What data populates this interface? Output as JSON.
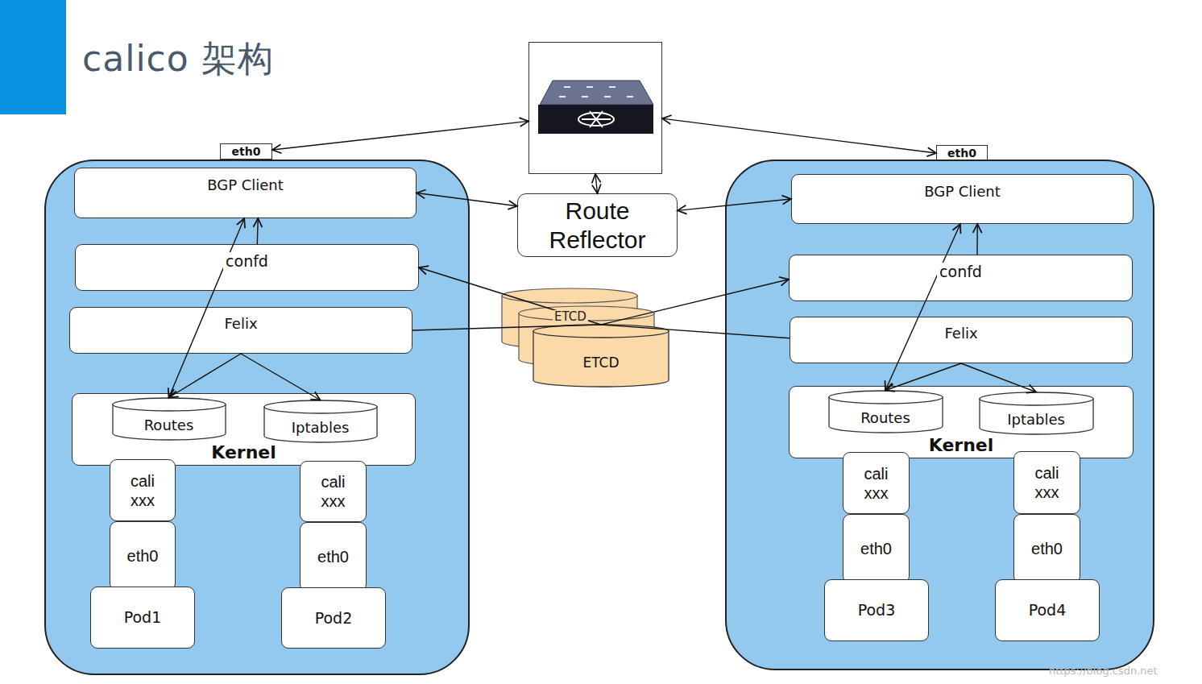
{
  "diagram": {
    "title": "calico 架构",
    "nodes": [
      {
        "text": []
      },
      {
        "text": [
          "eth0"
        ]
      },
      {
        "text": []
      },
      {
        "text": [
          "BGP Client"
        ],
        "in": 2
      },
      {
        "text": [
          "confd"
        ],
        "in": 2
      },
      {
        "text": [
          "Felix"
        ],
        "in": 2
      },
      {
        "text": [
          "Kernel"
        ],
        "in": 2
      },
      {
        "text": [
          "Routes"
        ],
        "in": 6
      },
      {
        "text": [
          "Iptables"
        ],
        "in": 6
      },
      {
        "text": [
          "cali xxx"
        ],
        "in": 2
      },
      {
        "text": [
          "eth0"
        ],
        "in": 2
      },
      {
        "text": [
          "Pod1"
        ],
        "in": 2
      },
      {
        "text": [
          "cali xxx"
        ],
        "in": 2
      },
      {
        "text": [
          "eth0"
        ],
        "in": 2
      },
      {
        "text": [
          "Pod2"
        ],
        "in": 2
      },
      {
        "text": [
          "Route Reflector"
        ]
      },
      {
        "text": [
          "ETCD"
        ]
      },
      {
        "text": [
          "eth0"
        ]
      },
      {
        "text": []
      },
      {
        "text": [
          "BGP Client"
        ],
        "in": 18
      },
      {
        "text": [
          "confd"
        ],
        "in": 18
      },
      {
        "text": [
          "Felix"
        ],
        "in": 18
      },
      {
        "text": [
          "Kernel"
        ],
        "in": 18
      },
      {
        "text": [
          "Routes"
        ],
        "in": 22
      },
      {
        "text": [
          "Iptables"
        ],
        "in": 22
      },
      {
        "text": [
          "cali xxx"
        ],
        "in": 18
      },
      {
        "text": [
          "eth0"
        ],
        "in": 18
      },
      {
        "text": [
          "Pod3"
        ],
        "in": 18
      },
      {
        "text": [
          "cali xxx"
        ],
        "in": 18
      },
      {
        "text": [
          "eth0"
        ],
        "in": 18
      },
      {
        "text": [
          "Pod4"
        ],
        "in": 18
      }
    ],
    "edges": [
      {
        "from": 0,
        "to": 1,
        "arrow": "both"
      },
      {
        "from": 0,
        "to": 17,
        "arrow": "both"
      },
      {
        "from": 0,
        "to": 15,
        "arrow": "both"
      },
      {
        "from": 15,
        "to": 3,
        "arrow": "both"
      },
      {
        "from": 15,
        "to": 19,
        "arrow": "both"
      },
      {
        "from": 4,
        "to": 3,
        "arrow": "to"
      },
      {
        "from": 3,
        "to": 7,
        "arrow": "both"
      },
      {
        "from": 5,
        "to": 7,
        "arrow": "to"
      },
      {
        "from": 5,
        "to": 8,
        "arrow": "to"
      },
      {
        "from": 16,
        "to": 4,
        "arrow": "to"
      },
      {
        "from": 5,
        "to": 16,
        "arrow": "none"
      },
      {
        "from": 16,
        "to": 20,
        "arrow": "to"
      },
      {
        "from": 21,
        "to": 16,
        "arrow": "none"
      },
      {
        "from": 20,
        "to": 19,
        "arrow": "to"
      },
      {
        "from": 19,
        "to": 23,
        "arrow": "both"
      },
      {
        "from": 21,
        "to": 23,
        "arrow": "to"
      },
      {
        "from": 21,
        "to": 24,
        "arrow": "to"
      }
    ],
    "labels": [
      "ETCD",
      "https://blog.csdn.net"
    ]
  }
}
